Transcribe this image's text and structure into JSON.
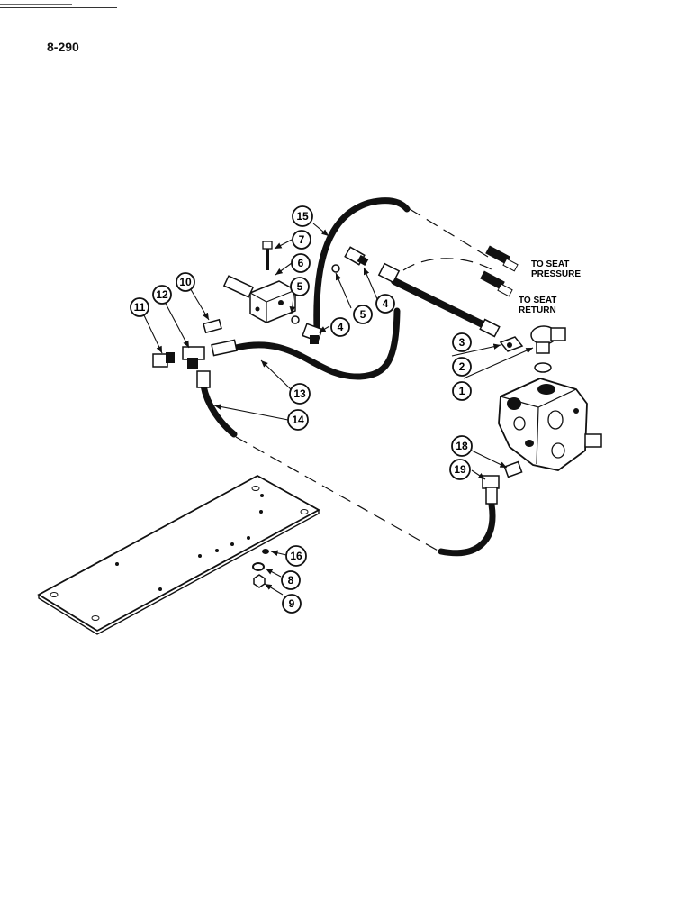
{
  "page": {
    "number": "8-290"
  },
  "notes": {
    "seat_pressure_1": "TO SEAT",
    "seat_pressure_2": "PRESSURE",
    "seat_return_1": "TO SEAT",
    "seat_return_2": "RETURN"
  },
  "callouts": {
    "c1": "1",
    "c2": "2",
    "c3": "3",
    "c4a": "4",
    "c4b": "4",
    "c5a": "5",
    "c5b": "5",
    "c6": "6",
    "c7": "7",
    "c8": "8",
    "c9": "9",
    "c10": "10",
    "c11": "11",
    "c12": "12",
    "c13": "13",
    "c14": "14",
    "c15": "15",
    "c16": "16",
    "c18": "18",
    "c19": "19"
  },
  "icons": {
    "valve": "control-valve-icon",
    "plate": "mounting-plate-icon",
    "block": "valve-block-icon"
  }
}
